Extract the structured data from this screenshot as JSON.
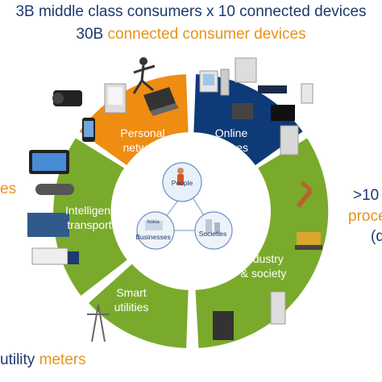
{
  "header": {
    "line1": "3B middle class consumers x 10 connected devices",
    "line2_highlight": "30B",
    "line2_prefix": "30B",
    "line2_text": "connected consumer devices"
  },
  "edges": {
    "left": "es",
    "right_line1": ">10",
    "right_line2": "proce",
    "right_line3": "(d",
    "bottom_prefix": "utility",
    "bottom_highlight": "meters"
  },
  "segments": {
    "personal_network": [
      "Personal",
      "network"
    ],
    "online_homes": [
      "Online",
      "homes"
    ],
    "industry_society": [
      "Industry",
      "& society"
    ],
    "smart_utilities": [
      "Smart",
      "utilities"
    ],
    "intelligent_transport": [
      "Intelligent",
      "transport"
    ]
  },
  "center": {
    "people": "People",
    "businesses": "Businesses",
    "societies": "Societies",
    "businesses_tag": "Nokia"
  },
  "colors": {
    "orange": "#ef8c12",
    "navy": "#0e3a78",
    "green": "#7aaa2b",
    "text_blue": "#1c3a6e",
    "center_fill": "#ffffff"
  }
}
